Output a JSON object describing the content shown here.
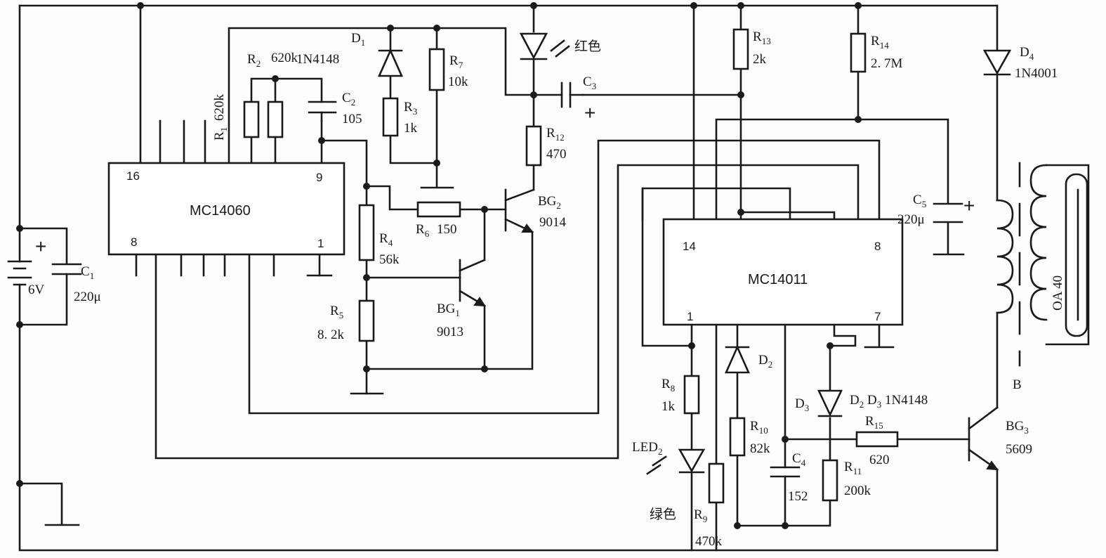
{
  "ic1": {
    "name": "MC14060",
    "pin16": "16",
    "pin9": "9",
    "pin8": "8",
    "pin1": "1"
  },
  "ic2": {
    "name": "MC14011",
    "pin14": "14",
    "pin8": "8",
    "pin1": "1",
    "pin7": "7"
  },
  "battery": {
    "voltage": "6V"
  },
  "c1": {
    "label": "C",
    "sub": "1",
    "value": "220μ"
  },
  "r1": {
    "label": "R",
    "sub": "1",
    "value": "620k"
  },
  "r2": {
    "label": "R",
    "sub": "2",
    "value": "620k"
  },
  "c2": {
    "label": "C",
    "sub": "2",
    "value": "105"
  },
  "d1": {
    "label": "D",
    "sub": "1",
    "value": "1N4148"
  },
  "r3": {
    "label": "R",
    "sub": "3",
    "value": "1k"
  },
  "r7": {
    "label": "R",
    "sub": "7",
    "value": "10k"
  },
  "led1": {
    "color": "红色"
  },
  "c3": {
    "label": "C",
    "sub": "3"
  },
  "r12": {
    "label": "R",
    "sub": "12",
    "value": "470"
  },
  "bg2": {
    "label": "BG",
    "sub": "2",
    "value": "9014"
  },
  "r6": {
    "label": "R",
    "sub": "6",
    "value": "150"
  },
  "r4": {
    "label": "R",
    "sub": "4",
    "value": "56k"
  },
  "bg1": {
    "label": "BG",
    "sub": "1",
    "value": "9013"
  },
  "r5": {
    "label": "R",
    "sub": "5",
    "value": "8. 2k"
  },
  "r13": {
    "label": "R",
    "sub": "13",
    "value": "2k"
  },
  "r14": {
    "label": "R",
    "sub": "14",
    "value": "2. 7M"
  },
  "d4": {
    "label": "D",
    "sub": "4",
    "value": "1N4001"
  },
  "c5": {
    "label": "C",
    "sub": "5",
    "value": "220μ"
  },
  "lamp": {
    "name": "OA 40"
  },
  "r8": {
    "label": "R",
    "sub": "8",
    "value": "1k"
  },
  "led2": {
    "label": "LED",
    "sub": "2",
    "color": "绿色"
  },
  "r9": {
    "label": "R",
    "sub": "9",
    "value": "470k"
  },
  "d2": {
    "label": "D",
    "sub": "2"
  },
  "r10": {
    "label": "R",
    "sub": "10",
    "value": "82k"
  },
  "c4": {
    "label": "C",
    "sub": "4",
    "value": "152"
  },
  "d3": {
    "label": "D",
    "sub": "3"
  },
  "d2d3_note": {
    "text": "D",
    "sub_a": "2",
    "mid": " D",
    "sub_b": "3",
    "value": " 1N4148"
  },
  "r11": {
    "label": "R",
    "sub": "11",
    "value": "200k"
  },
  "r15": {
    "label": "R",
    "sub": "15",
    "value": "620"
  },
  "bg3": {
    "label": "BG",
    "sub": "3",
    "value": "5609"
  },
  "transformer": {
    "label": "B"
  },
  "polarity": {
    "plus": "+"
  }
}
